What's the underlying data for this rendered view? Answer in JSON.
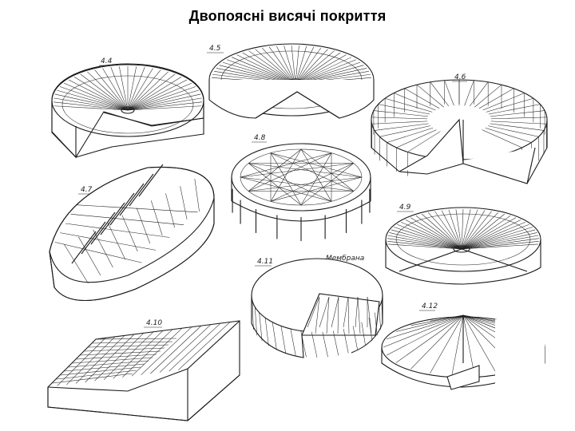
{
  "page": {
    "title": "Двопоясні висячі покриття"
  },
  "figures": [
    {
      "id": "4.4",
      "label": "4.4"
    },
    {
      "id": "4.5",
      "label": "4.5"
    },
    {
      "id": "4.6",
      "label": "4.6"
    },
    {
      "id": "4.7",
      "label": "4.7"
    },
    {
      "id": "4.8",
      "label": "4.8"
    },
    {
      "id": "4.9",
      "label": "4.9"
    },
    {
      "id": "4.10",
      "label": "4.10"
    },
    {
      "id": "4.11",
      "label": "4.11",
      "annotation": "Мембрана"
    },
    {
      "id": "4.12",
      "label": "4.12"
    }
  ]
}
